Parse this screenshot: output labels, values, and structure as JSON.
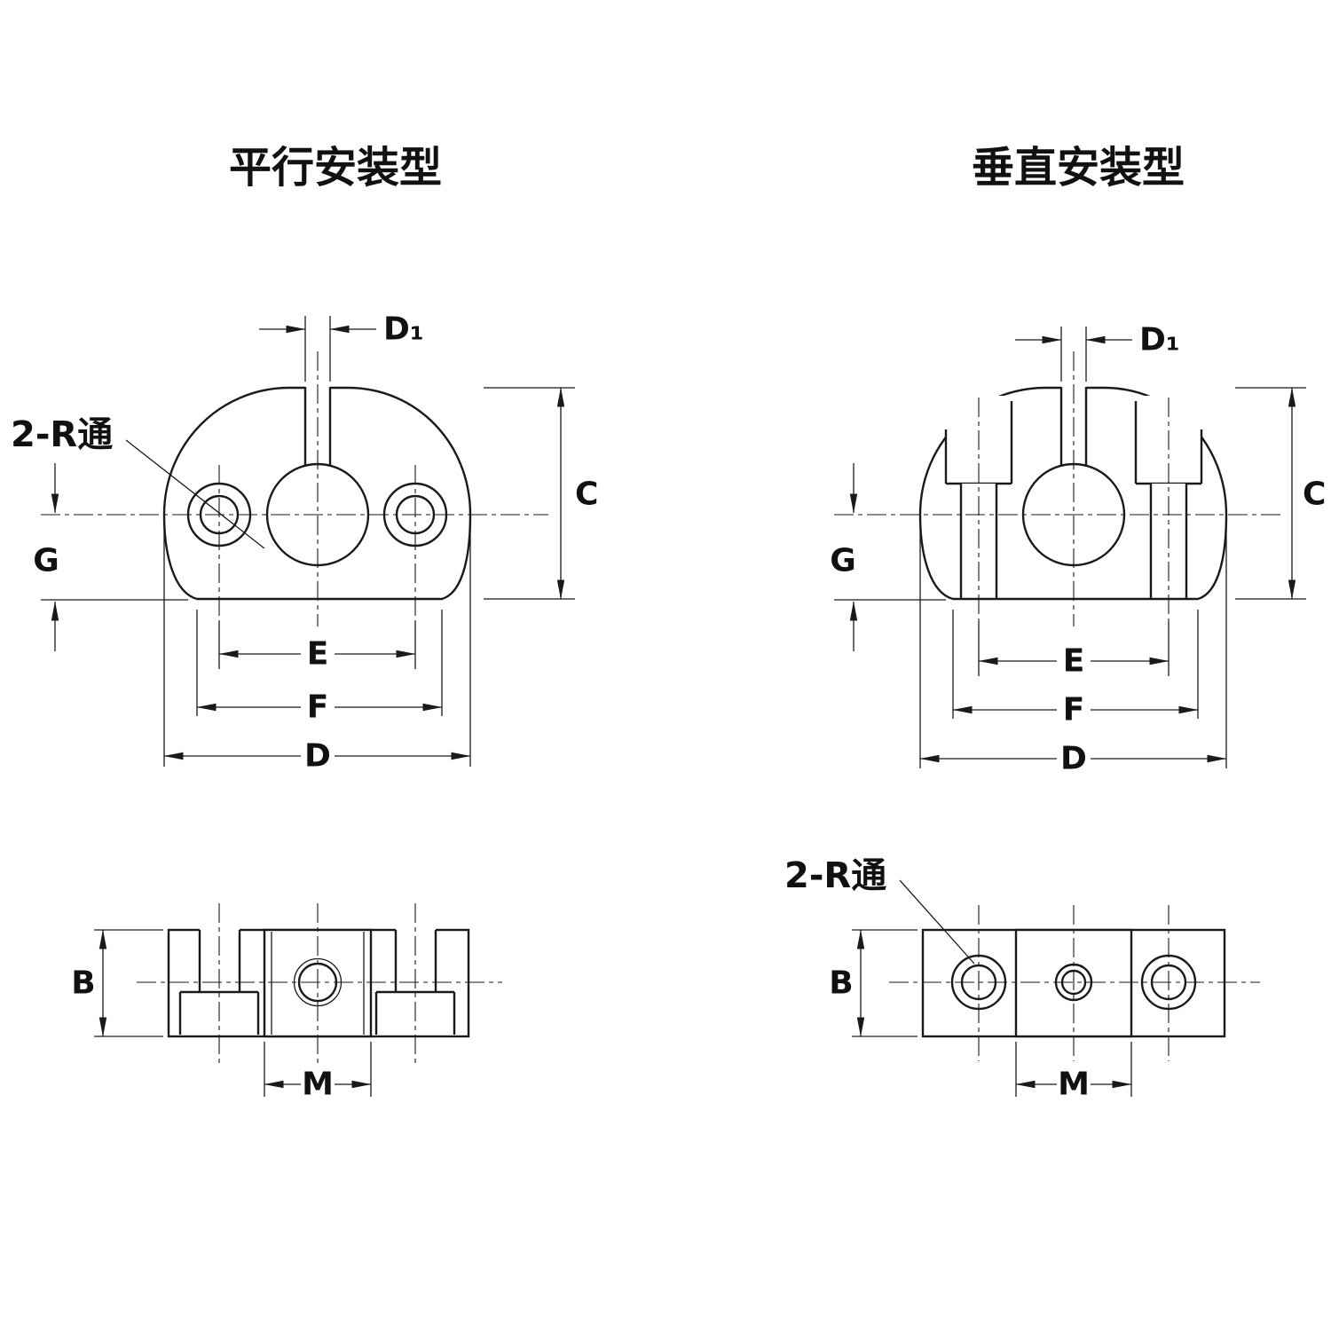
{
  "titles": {
    "parallel": "平行安装型",
    "vertical": "垂直安装型"
  },
  "annotations": {
    "r_through": "2-R通"
  },
  "dims": {
    "d1": "D₁",
    "c": "C",
    "g": "G",
    "e": "E",
    "f": "F",
    "d": "D",
    "b": "B",
    "m": "M"
  },
  "colors": {
    "line": "#1a1a1a",
    "background": "#ffffff"
  }
}
